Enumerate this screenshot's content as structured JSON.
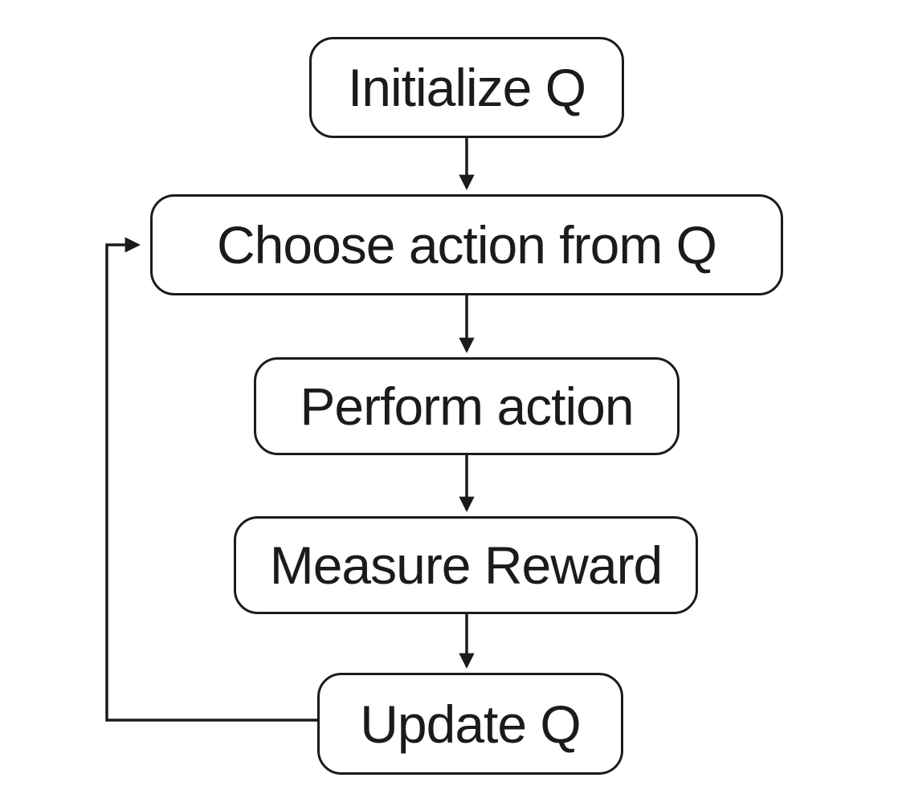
{
  "diagram": {
    "type": "flowchart",
    "nodes": [
      {
        "id": "initialize-q",
        "label": "Initialize Q"
      },
      {
        "id": "choose-action",
        "label": "Choose action from Q"
      },
      {
        "id": "perform-action",
        "label": "Perform action"
      },
      {
        "id": "measure-reward",
        "label": "Measure Reward"
      },
      {
        "id": "update-q",
        "label": "Update Q"
      }
    ],
    "edges": [
      {
        "from": "initialize-q",
        "to": "choose-action",
        "style": "straight-down"
      },
      {
        "from": "choose-action",
        "to": "perform-action",
        "style": "straight-down"
      },
      {
        "from": "perform-action",
        "to": "measure-reward",
        "style": "straight-down"
      },
      {
        "from": "measure-reward",
        "to": "update-q",
        "style": "straight-down"
      },
      {
        "from": "update-q",
        "to": "choose-action",
        "style": "loop-back-left"
      }
    ],
    "colors": {
      "stroke": "#1b1b1b",
      "node_fill": "#ffffff",
      "background": "#ffffff",
      "text": "#1b1b1b"
    }
  }
}
